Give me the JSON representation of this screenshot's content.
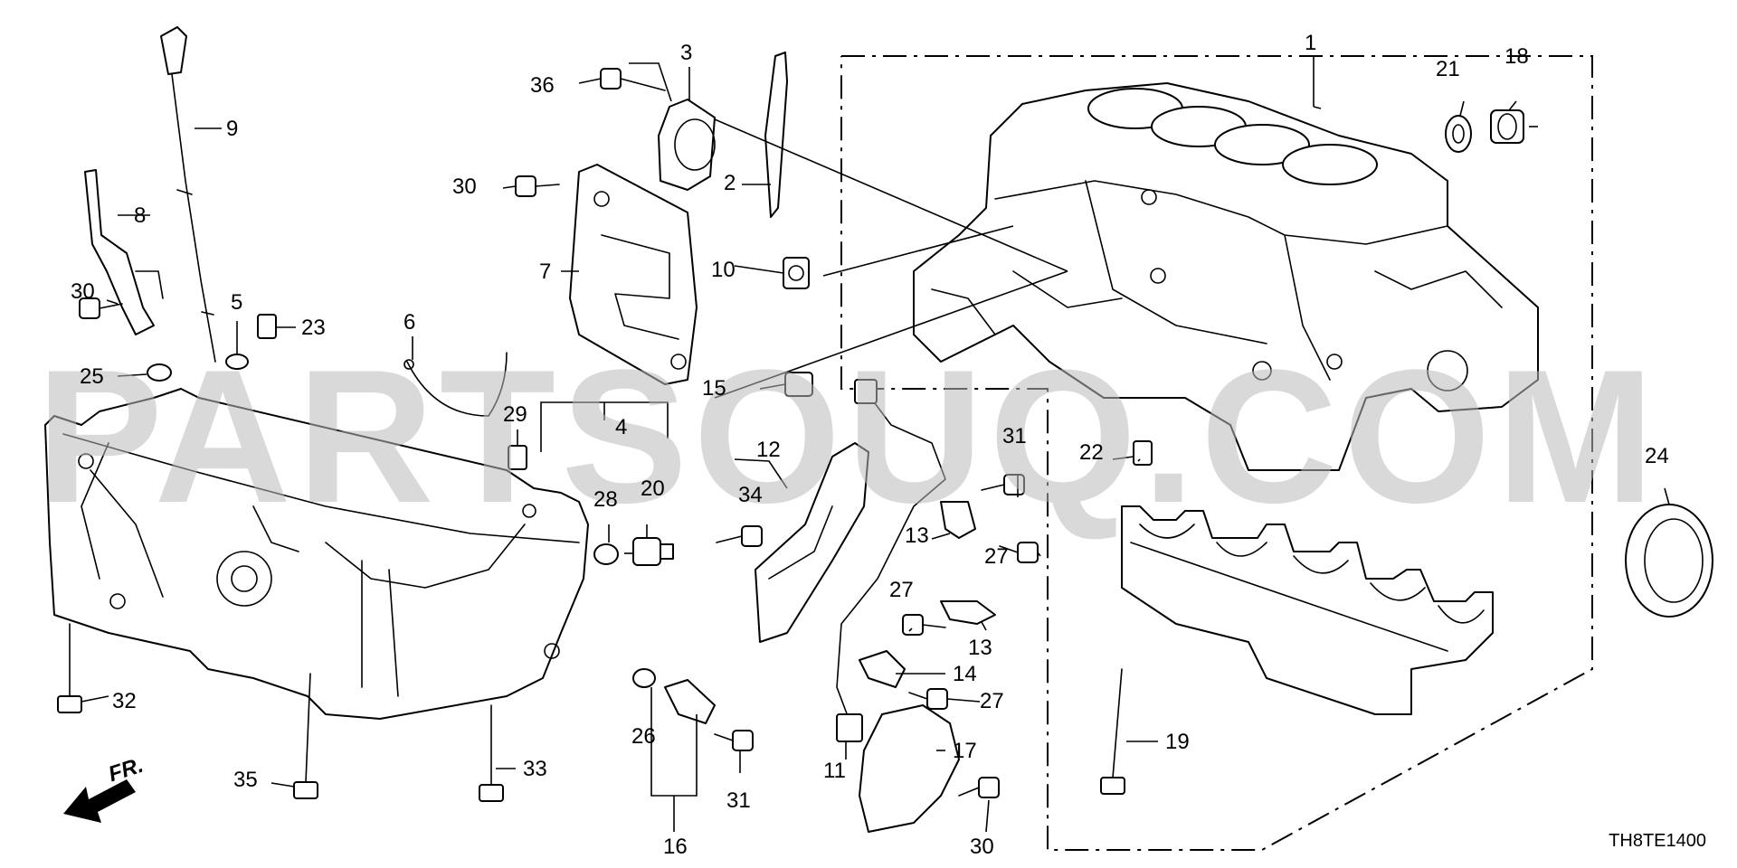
{
  "watermark": "PARTSOUQ.COM",
  "diagram_code": "TH8TE1400",
  "front_indicator": "FR.",
  "callouts": [
    {
      "id": "c1",
      "text": "1"
    },
    {
      "id": "c2",
      "text": "2"
    },
    {
      "id": "c3",
      "text": "3"
    },
    {
      "id": "c4",
      "text": "4"
    },
    {
      "id": "c5",
      "text": "5"
    },
    {
      "id": "c6",
      "text": "6"
    },
    {
      "id": "c7",
      "text": "7"
    },
    {
      "id": "c8",
      "text": "8"
    },
    {
      "id": "c9",
      "text": "9"
    },
    {
      "id": "c10",
      "text": "10"
    },
    {
      "id": "c11",
      "text": "11"
    },
    {
      "id": "c12",
      "text": "12"
    },
    {
      "id": "c13a",
      "text": "13"
    },
    {
      "id": "c13b",
      "text": "13"
    },
    {
      "id": "c14",
      "text": "14"
    },
    {
      "id": "c15",
      "text": "15"
    },
    {
      "id": "c16",
      "text": "16"
    },
    {
      "id": "c17",
      "text": "17"
    },
    {
      "id": "c18",
      "text": "18"
    },
    {
      "id": "c19",
      "text": "19"
    },
    {
      "id": "c20",
      "text": "20"
    },
    {
      "id": "c21",
      "text": "21"
    },
    {
      "id": "c22",
      "text": "22"
    },
    {
      "id": "c23",
      "text": "23"
    },
    {
      "id": "c24",
      "text": "24"
    },
    {
      "id": "c25",
      "text": "25"
    },
    {
      "id": "c26",
      "text": "26"
    },
    {
      "id": "c27a",
      "text": "27"
    },
    {
      "id": "c27b",
      "text": "27"
    },
    {
      "id": "c27c",
      "text": "27"
    },
    {
      "id": "c28",
      "text": "28"
    },
    {
      "id": "c29",
      "text": "29"
    },
    {
      "id": "c30a",
      "text": "30"
    },
    {
      "id": "c30b",
      "text": "30"
    },
    {
      "id": "c30c",
      "text": "30"
    },
    {
      "id": "c31a",
      "text": "31"
    },
    {
      "id": "c31b",
      "text": "31"
    },
    {
      "id": "c32",
      "text": "32"
    },
    {
      "id": "c33",
      "text": "33"
    },
    {
      "id": "c34",
      "text": "34"
    },
    {
      "id": "c35",
      "text": "35"
    },
    {
      "id": "c36",
      "text": "36"
    }
  ]
}
